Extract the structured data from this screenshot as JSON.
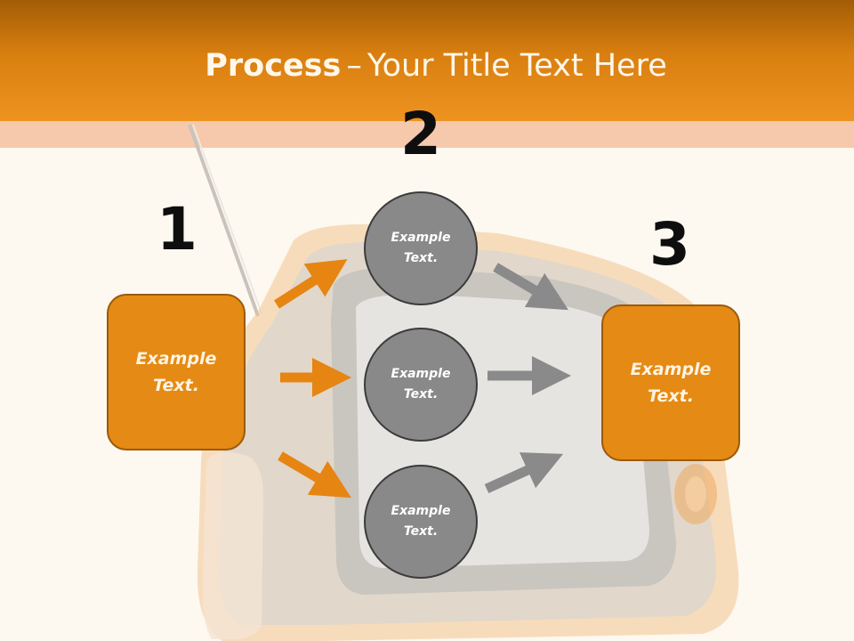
{
  "title": {
    "bold": "Process",
    "dash": "–",
    "rest": "Your Title Text Here"
  },
  "steps": {
    "one": "1",
    "two": "2",
    "three": "3"
  },
  "left_box": {
    "text": "Example Text."
  },
  "right_box": {
    "text": "Example Text."
  },
  "circles": [
    {
      "text": "Example Text."
    },
    {
      "text": "Example Text."
    },
    {
      "text": "Example Text."
    }
  ],
  "colors": {
    "header_orange": "#e08a14",
    "box_orange": "#e58a14",
    "circle_gray": "#898989",
    "arrow_orange": "#e68512",
    "arrow_gray": "#8a8a8a"
  },
  "icons": [
    "television-illustration",
    "arrow-right-icon"
  ]
}
